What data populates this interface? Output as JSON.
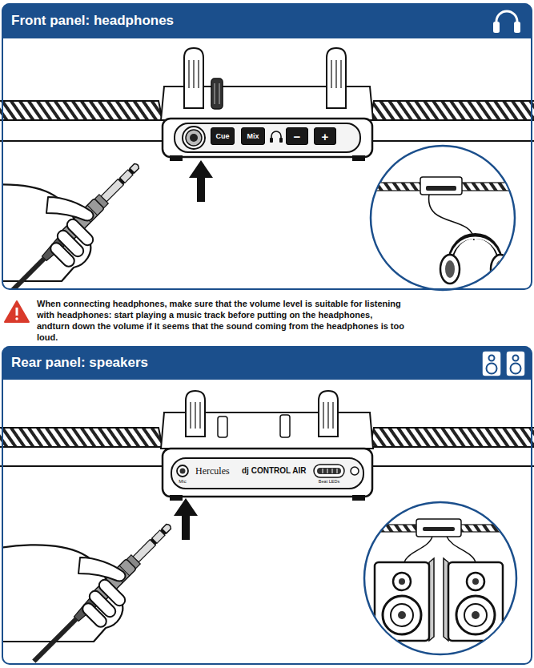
{
  "diagram": {
    "nodes": [
      {
        "text": [
          "Front panel: headphones"
        ]
      },
      {
        "text": [
          "Rear panel: speakers"
        ]
      },
      {
        "text": [
          "Cue"
        ],
        "in": 0
      },
      {
        "text": [
          "Mix"
        ],
        "in": 0
      },
      {
        "text": [
          "−"
        ],
        "in": 0
      },
      {
        "text": [
          "+"
        ],
        "in": 0
      }
    ],
    "labels": [
      "When connecting headphones, make sure that the volume level is suitable for listening with headphones: start playing a music track before putting on the headphones, andturn down the volume if it seems that the sound coming from the headphones is too loud.",
      "Mic",
      "Hercules",
      "dj CONTROL AIR",
      "Beat LEDs"
    ]
  }
}
